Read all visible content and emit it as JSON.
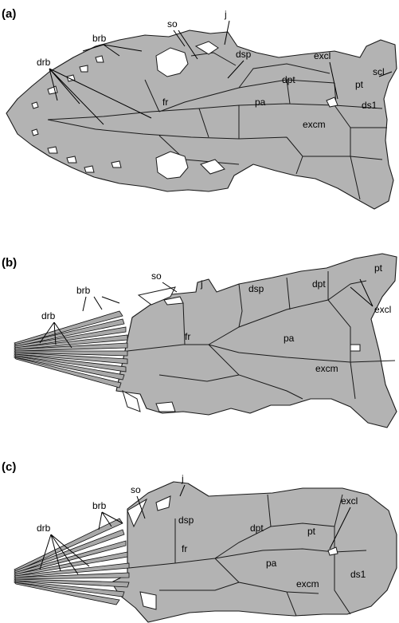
{
  "panels": [
    {
      "letter": "(a)",
      "labels": {
        "j": "j",
        "so": "so",
        "brb": "brb",
        "drb": "drb",
        "dsp": "dsp",
        "excl": "excl",
        "scl": "scl",
        "dpt": "dpt",
        "pt": "pt",
        "fr": "fr",
        "pa": "pa",
        "excm": "excm",
        "ds1": "ds1"
      }
    },
    {
      "letter": "(b)",
      "labels": {
        "so": "so",
        "j": "j",
        "brb": "brb",
        "drb": "drb",
        "dsp": "dsp",
        "dpt": "dpt",
        "pt": "pt",
        "excl": "excl",
        "fr": "fr",
        "pa": "pa",
        "excm": "excm"
      }
    },
    {
      "letter": "(c)",
      "labels": {
        "j": "j",
        "so": "so",
        "brb": "brb",
        "drb": "drb",
        "dsp": "dsp",
        "dpt": "dpt",
        "pt": "pt",
        "excl": "excl",
        "fr": "fr",
        "pa": "pa",
        "excm": "excm",
        "ds1": "ds1"
      }
    }
  ]
}
